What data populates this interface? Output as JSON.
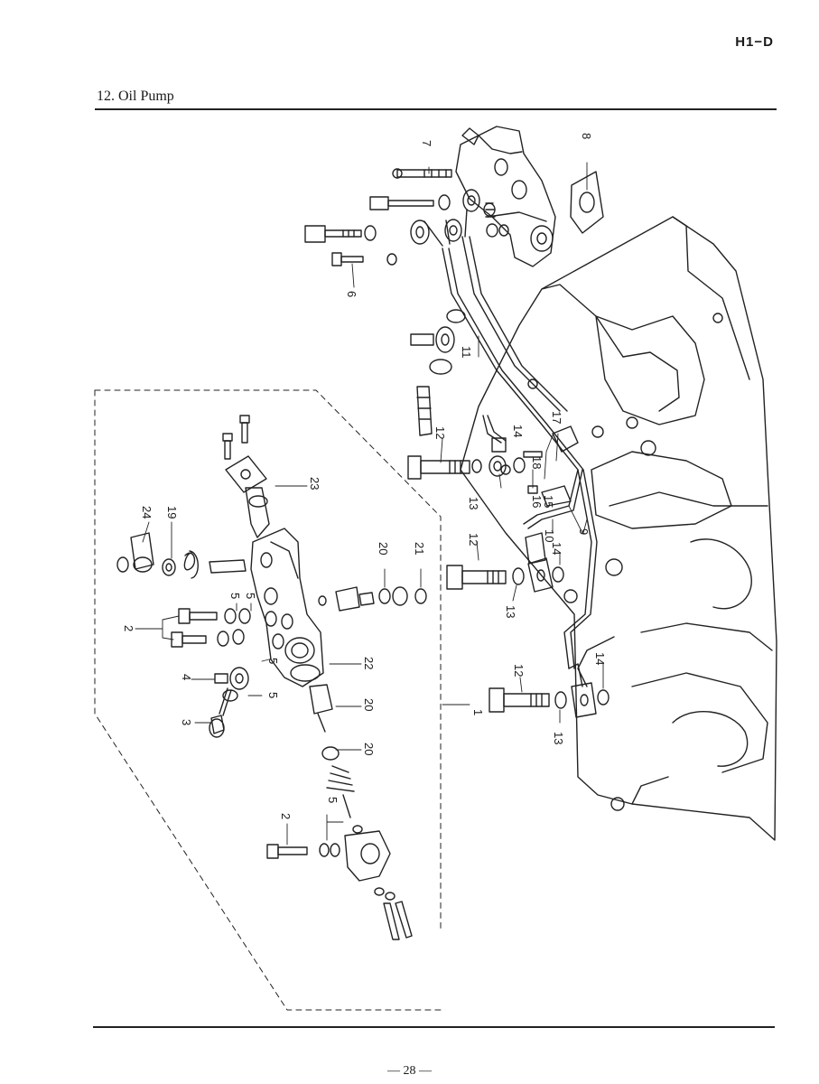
{
  "header": {
    "page_code": "H1−D",
    "section_title": "12.  Oil Pump"
  },
  "footer": {
    "page_number": "— 28 —"
  },
  "callouts": {
    "c1": "1",
    "c2a": "2",
    "c2b": "2",
    "c3": "3",
    "c4": "4",
    "c5a": "5",
    "c5b": "5",
    "c5c": "5",
    "c5d": "5",
    "c5e": "5",
    "c6": "6",
    "c7": "7",
    "c8": "8",
    "c9": "9",
    "c10": "10",
    "c11": "11",
    "c12a": "12",
    "c12b": "12",
    "c12c": "12",
    "c13a": "13",
    "c13b": "13",
    "c13c": "13",
    "c14a": "14",
    "c14b": "14",
    "c14c": "14",
    "c15": "15",
    "c16": "16",
    "c17": "17",
    "c18": "18",
    "c19": "19",
    "c20a": "20",
    "c20b": "20",
    "c20c": "20",
    "c21": "21",
    "c22": "22",
    "c23": "23",
    "c24": "24"
  }
}
